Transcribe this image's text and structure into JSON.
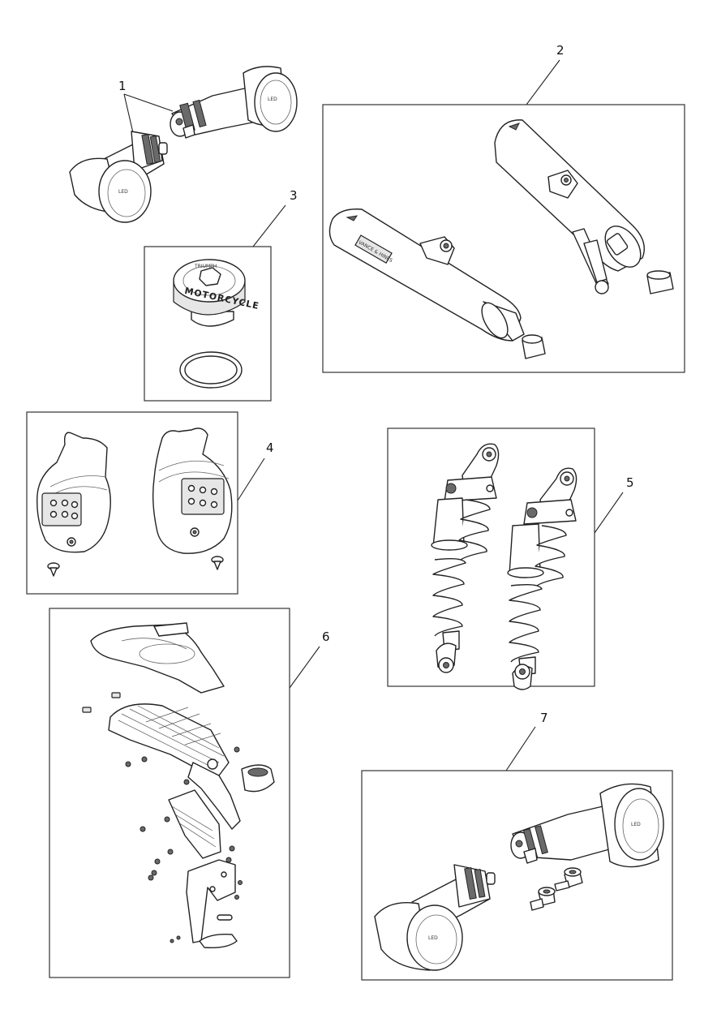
{
  "callouts": [
    {
      "id": "1",
      "label": "1"
    },
    {
      "id": "2",
      "label": "2"
    },
    {
      "id": "3",
      "label": "3"
    },
    {
      "id": "4",
      "label": "4"
    },
    {
      "id": "5",
      "label": "5"
    },
    {
      "id": "6",
      "label": "6"
    },
    {
      "id": "7",
      "label": "7"
    }
  ],
  "part_markings": {
    "filler_cap_text": "MOTORCYCLE",
    "filler_cap_top_text": "TRIUMPH",
    "silencer_badge": "VANCE & HINES",
    "indicator_lens": "LED"
  },
  "colors": {
    "line": "#222222",
    "frame": "#333333",
    "fill": "#ffffff",
    "shade": "#e6e6e6"
  }
}
